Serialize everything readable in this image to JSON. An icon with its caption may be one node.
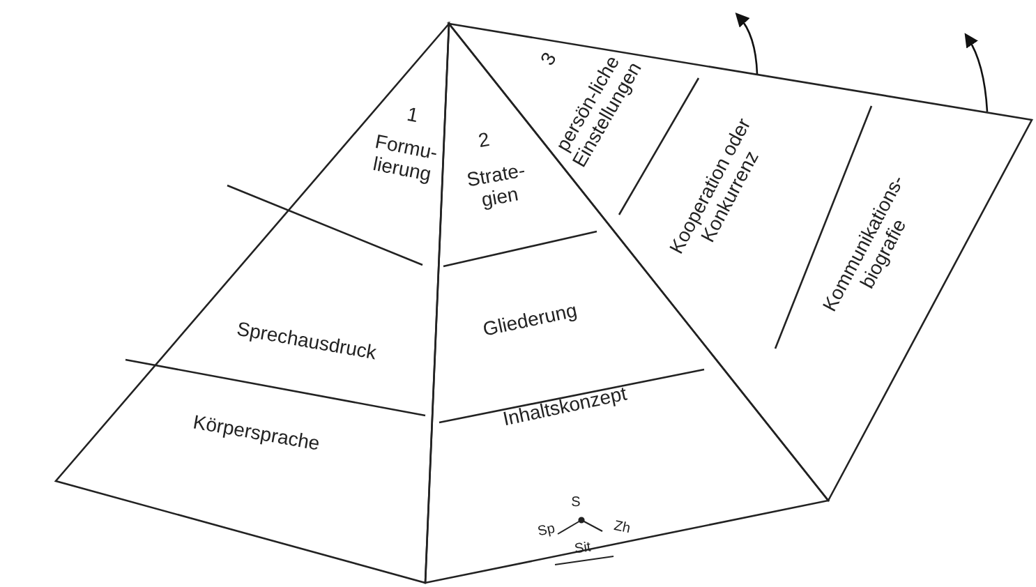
{
  "diagram": {
    "labels": [
      "1",
      "Formu-lierung",
      "2",
      "Strate-gien",
      "3",
      "persön-liche Einstellungen",
      "Kooperation oder Konkurrenz",
      "Sprechausdruck",
      "Gliederung",
      "Kommunikations-biografie",
      "Körpersprache",
      "Inhaltskonzept",
      "S",
      "Sp",
      "Zh",
      "Sit"
    ]
  }
}
